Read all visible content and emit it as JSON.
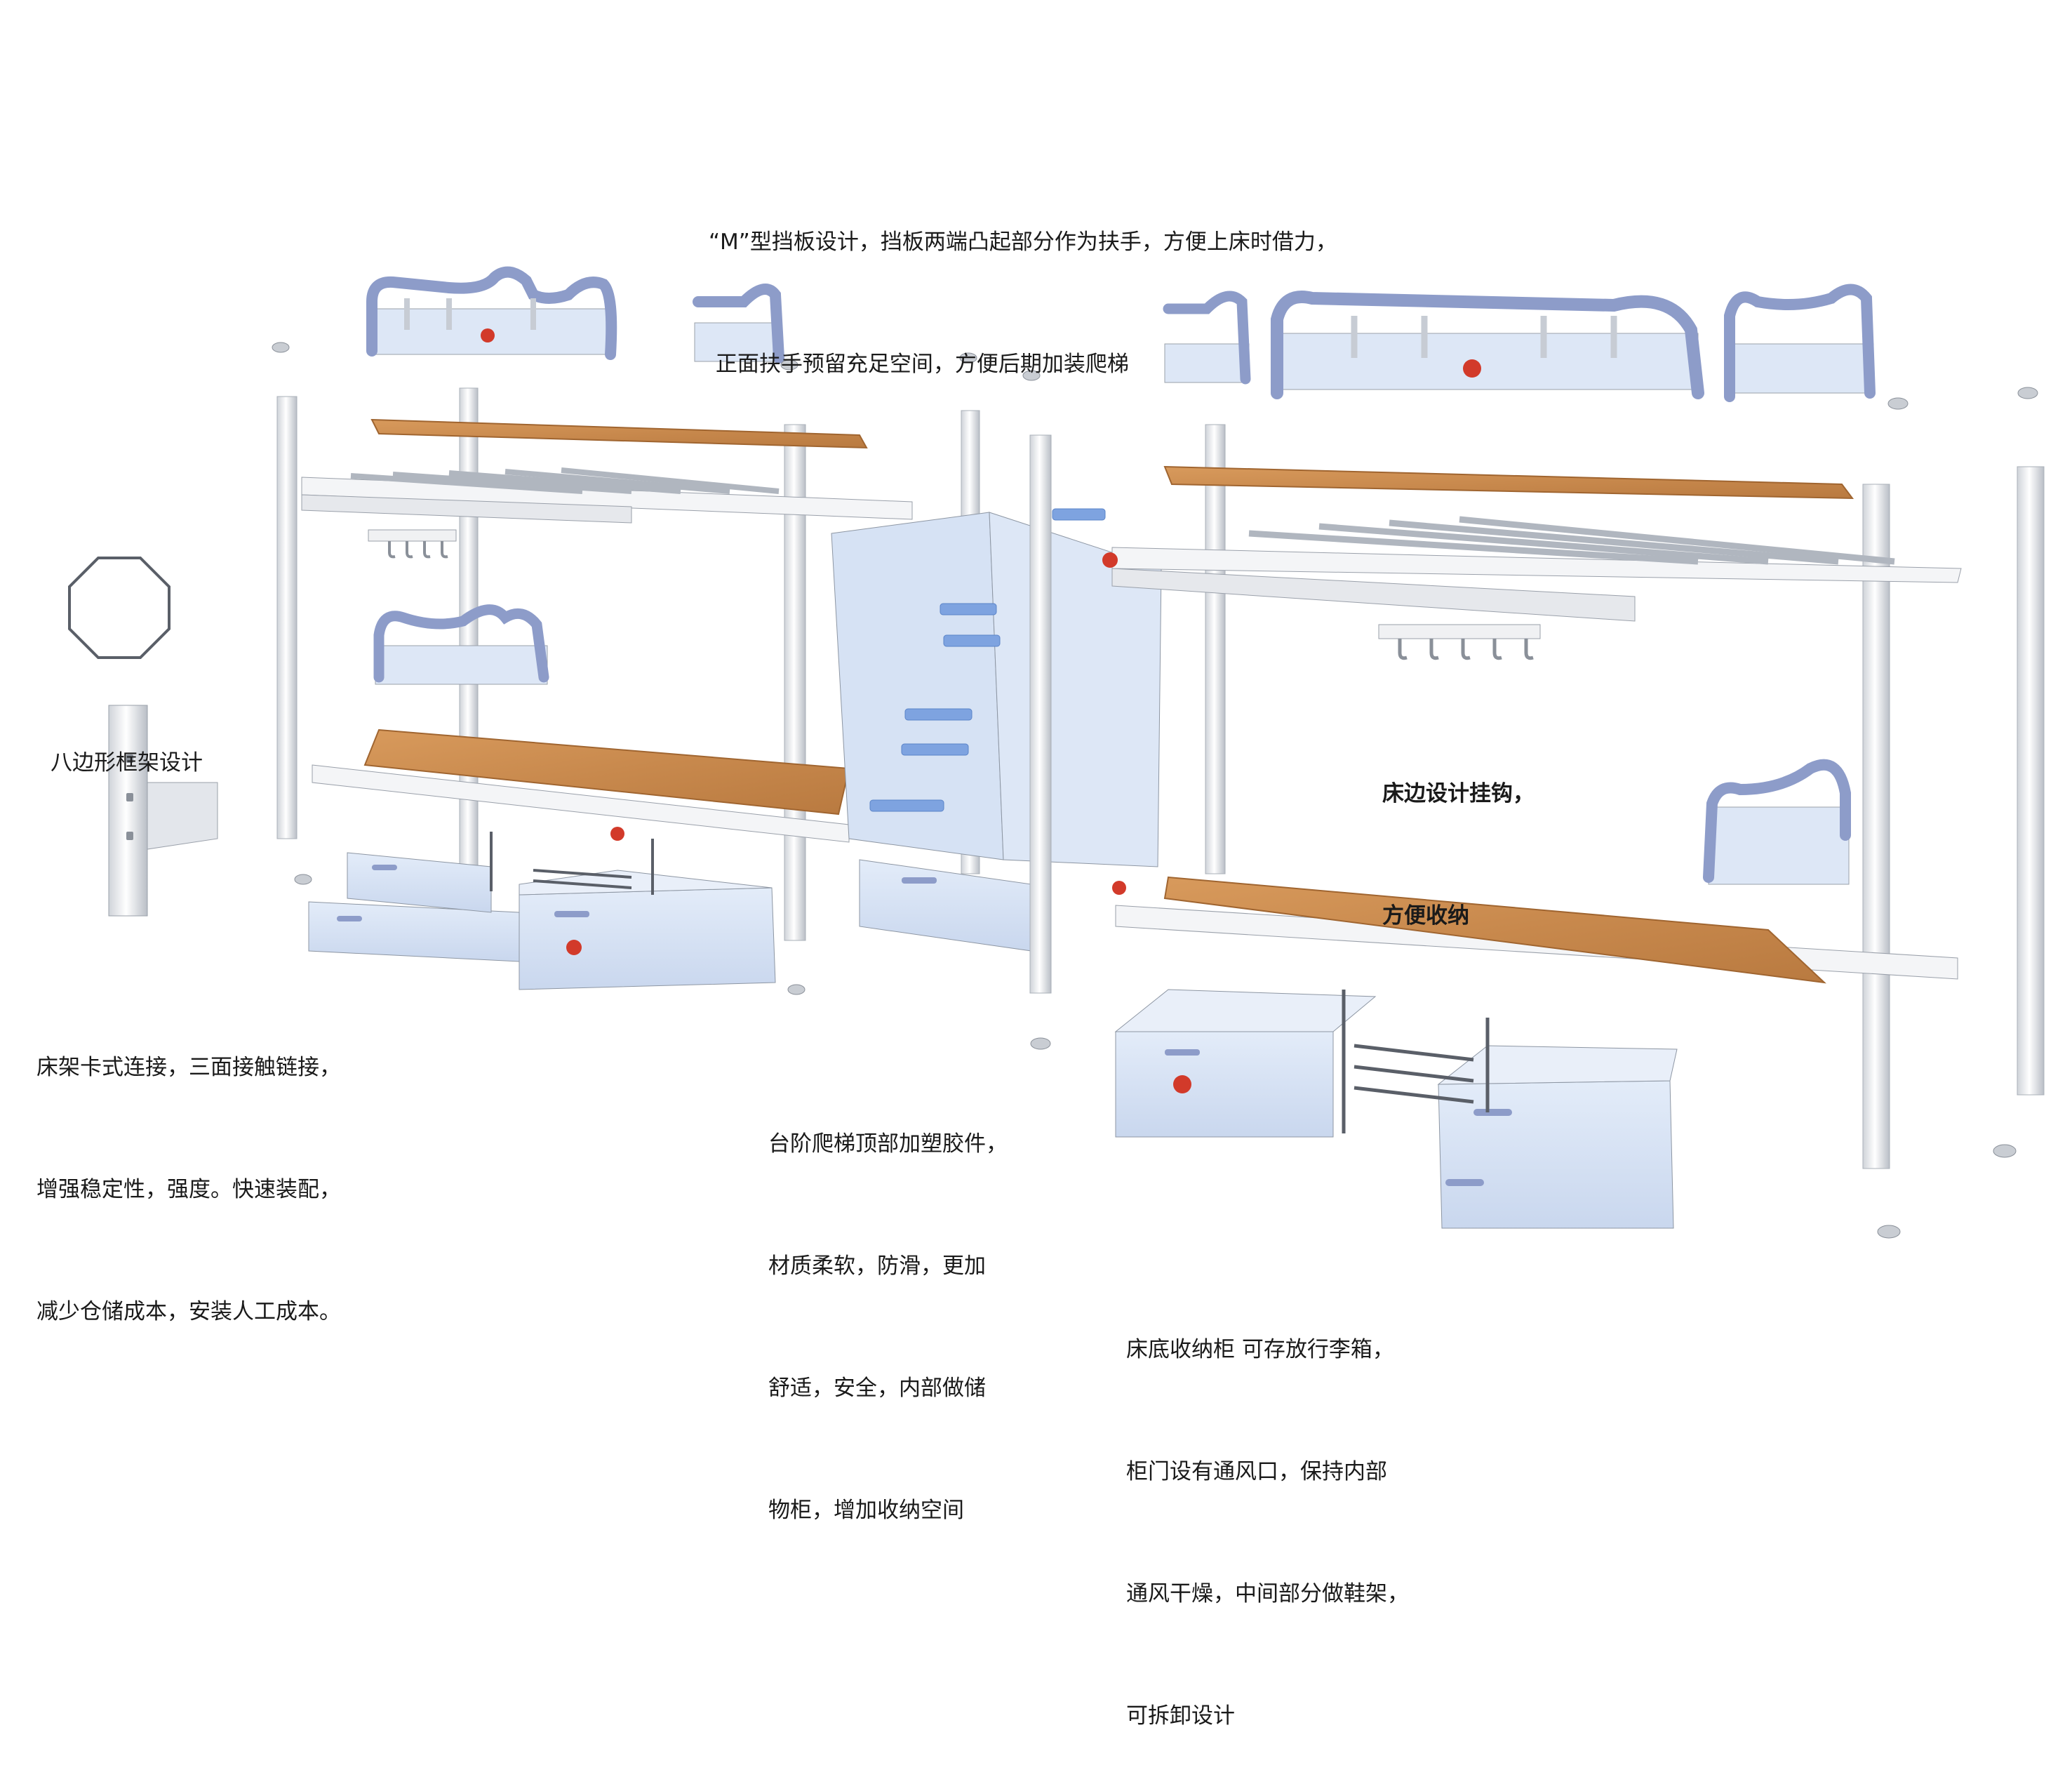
{
  "callouts": {
    "top_line1": "“M”型挡板设计，挡板两端凸起部分作为扶手，方便上床时借力，",
    "top_line2": " 正面扶手预留充足空间，方便后期加装爬梯",
    "octagon_label": "八边形框架设计",
    "frame_line1": "床架卡式连接，三面接触链接，",
    "frame_line2": "增强稳定性，强度。快速装配，",
    "frame_line3": "减少仓储成本，安装人工成本。",
    "hook_line1": "床边设计挂钩，",
    "hook_line2": "方便收纳",
    "stair_line1": "台阶爬梯顶部加塑胶件，",
    "stair_line2": "材质柔软，防滑，更加",
    "stair_line3": "舒适，安全，内部做储",
    "stair_line4": "物柜，增加收纳空间",
    "cabinet_line1": "床底收纳柜 可存放行李箱，",
    "cabinet_line2": "柜门设有通风口，保持内部",
    "cabinet_line3": "通风干燥，中间部分做鞋架，",
    "cabinet_line4": "可拆卸设计"
  },
  "colors": {
    "guardrail_tube": "#8d9cc9",
    "panel_light_blue": "#dde7f6",
    "frame_white": "#f4f5f7",
    "frame_edge": "#9aa0aa",
    "wood": "#c8894d",
    "wood_edge": "#a06530",
    "cabinet_blue": "#d6e2f4",
    "cabinet_dark": "#5a5f68",
    "logo_red": "#d23a2a"
  }
}
